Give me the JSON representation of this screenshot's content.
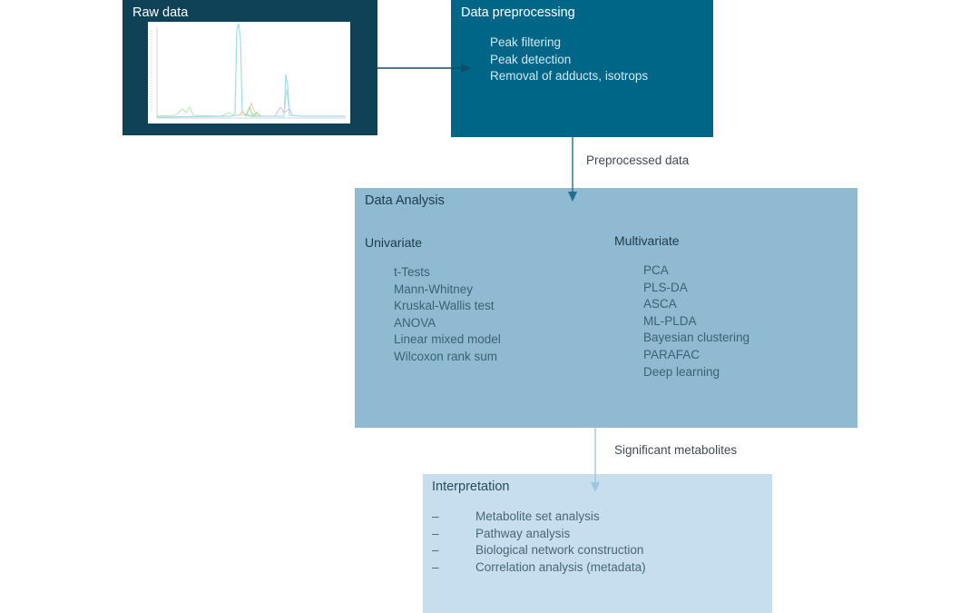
{
  "boxes": {
    "raw": {
      "title": "Raw data"
    },
    "preprocessing": {
      "title": "Data preprocessing",
      "items": [
        "Peak filtering",
        "Peak detection",
        "Removal of adducts, isotrops"
      ]
    },
    "analysis": {
      "title": "Data Analysis",
      "univariate": {
        "heading": "Univariate",
        "items": [
          "t-Tests",
          "Mann-Whitney",
          "Kruskal-Wallis test",
          "ANOVA",
          "Linear mixed model",
          "Wilcoxon rank sum"
        ]
      },
      "multivariate": {
        "heading": "Multivariate",
        "items": [
          "PCA",
          "PLS-DA",
          "ASCA",
          "ML-PLDA",
          "Bayesian clustering",
          "PARAFAC",
          "Deep learning"
        ]
      }
    },
    "interpretation": {
      "title": "Interpretation",
      "dash": "–",
      "items": [
        "Metabolite set analysis",
        "Pathway analysis",
        "Biological network construction",
        "Correlation analysis (metadata)"
      ]
    }
  },
  "connectors": {
    "preprocessed_label": "Preprocessed data",
    "significant_label": "Significant metabolites"
  },
  "colors": {
    "raw_box": "#0f4257",
    "preprocessing_box": "#006688",
    "analysis_box": "#8fbad1",
    "interpretation_box": "#c6deed",
    "arrow_dark": "#0f4d68",
    "arrow_light": "#9ec6dc"
  },
  "spectrum_icon": "chromatogram-thumbnail"
}
